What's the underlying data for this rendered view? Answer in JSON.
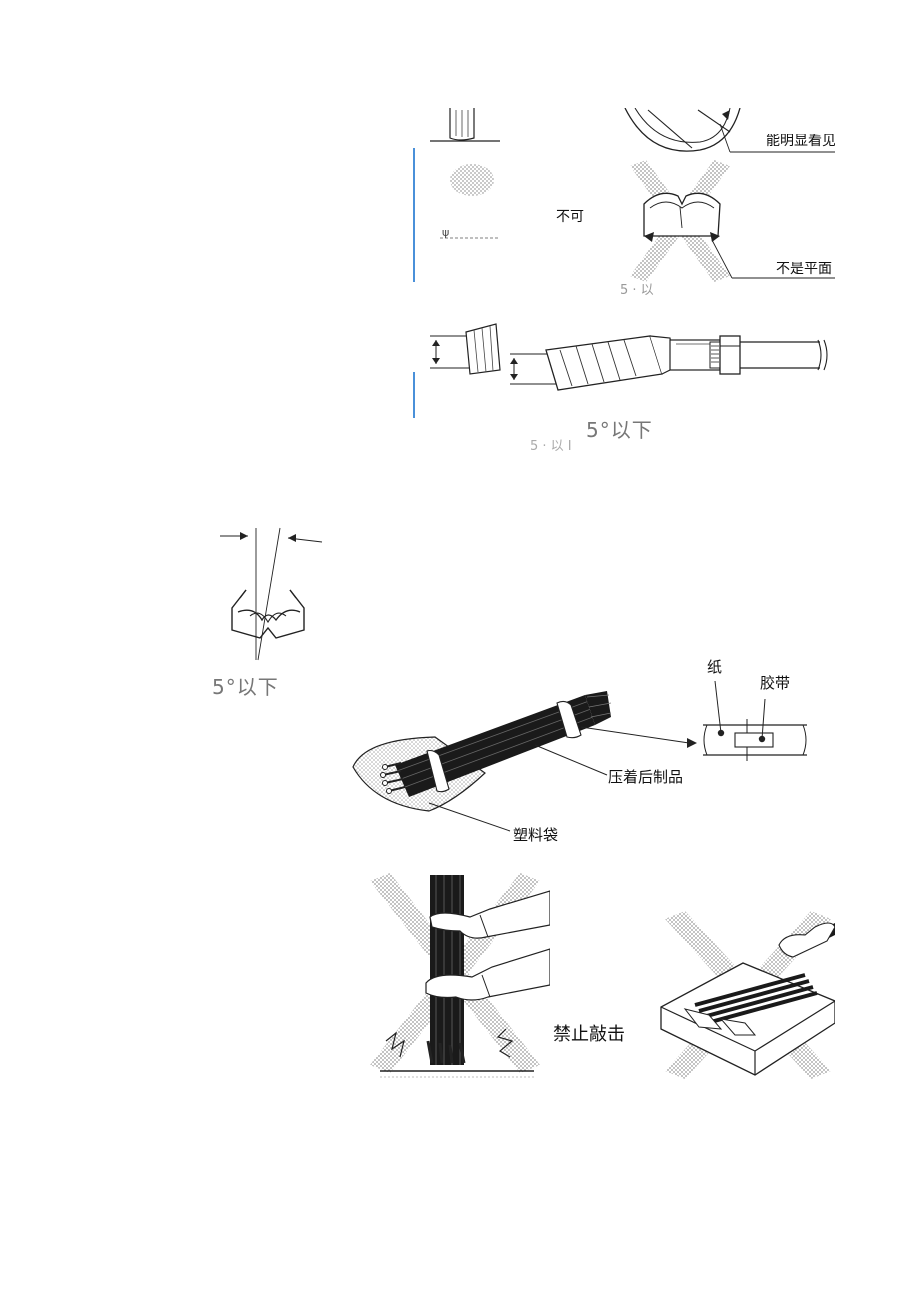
{
  "figure_top": {
    "label_visible": "能明显看见",
    "label_not_ok": "不可",
    "label_not_flat": "不是平面"
  },
  "figure_middle": {
    "angle_label": "5°以下"
  },
  "figure_left": {
    "angle_label": "5°以下"
  },
  "figure_package": {
    "label_paper": "纸",
    "label_tape": "胶带",
    "label_product": "压着后制品",
    "label_bag": "塑料袋"
  },
  "figure_bottom": {
    "label_no_hit": "禁止敲击"
  },
  "colors": {
    "line": "#222222",
    "halftone": "#b8b8b8",
    "accent_rule": "#4a90d9"
  }
}
